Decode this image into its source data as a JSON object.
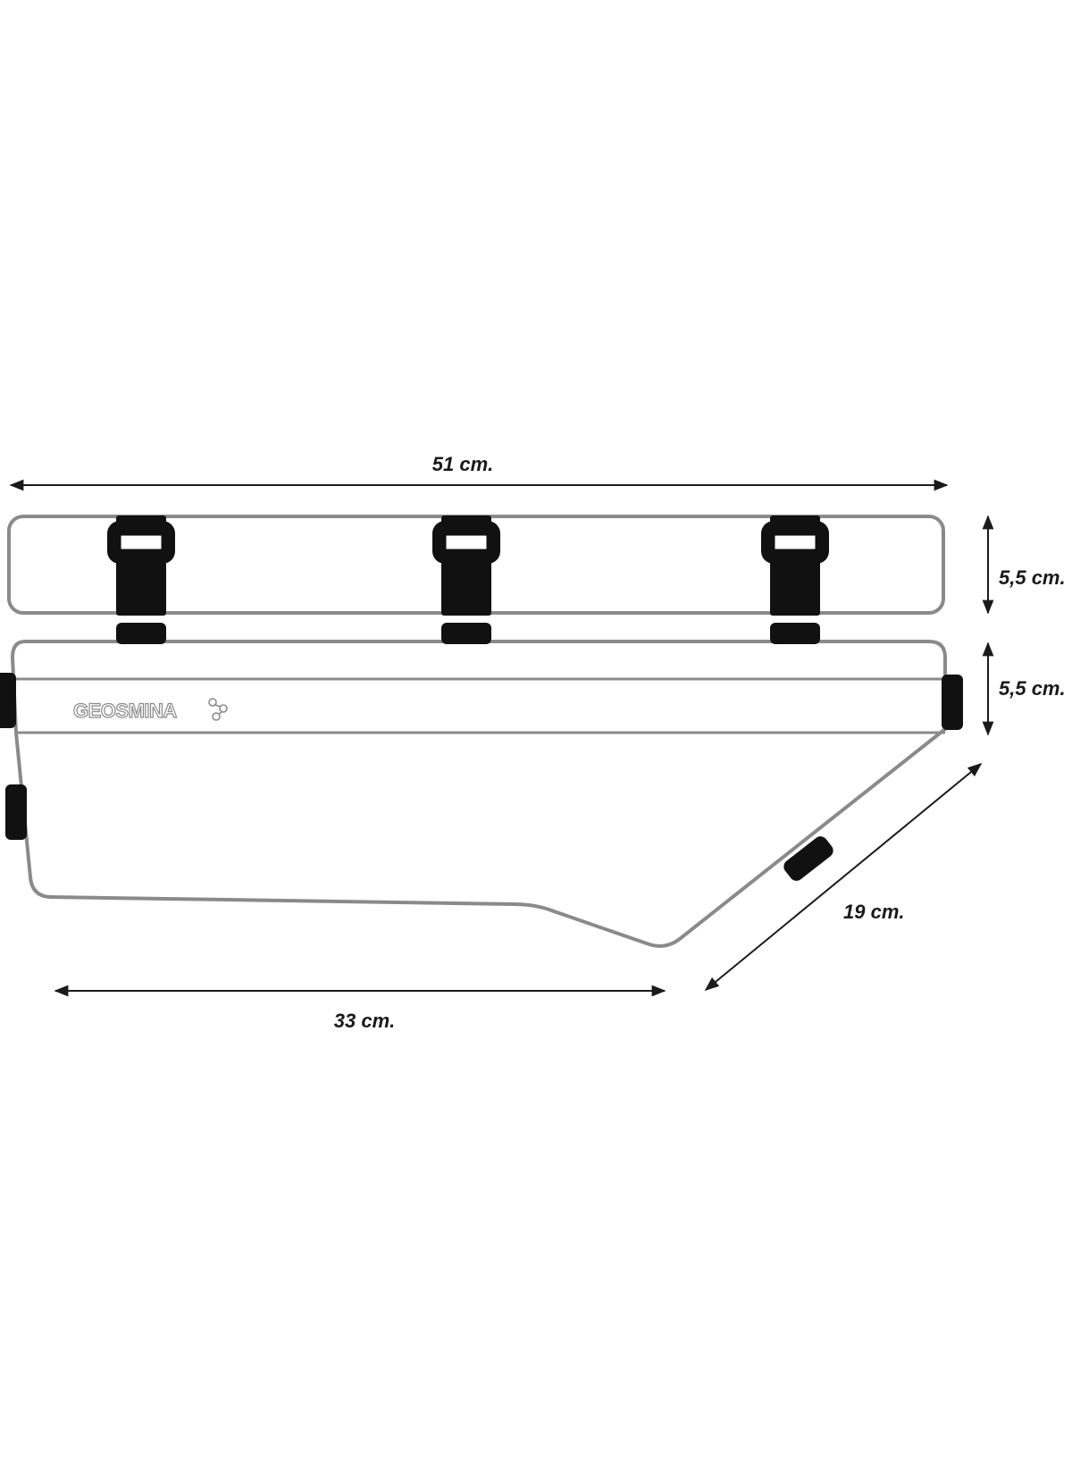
{
  "dimensions": {
    "top_width": "51 cm.",
    "top_panel_height": "5,5 cm.",
    "body_band_height": "5,5 cm.",
    "bottom_length": "33 cm.",
    "slant_length": "19 cm."
  },
  "brand": {
    "name": "GEOSMINA",
    "logo_icon": "molecule-icon"
  },
  "colors": {
    "outline": "#8a8a8a",
    "straps": "#111111",
    "dimension_lines": "#1a1a1a",
    "background": "#ffffff"
  }
}
